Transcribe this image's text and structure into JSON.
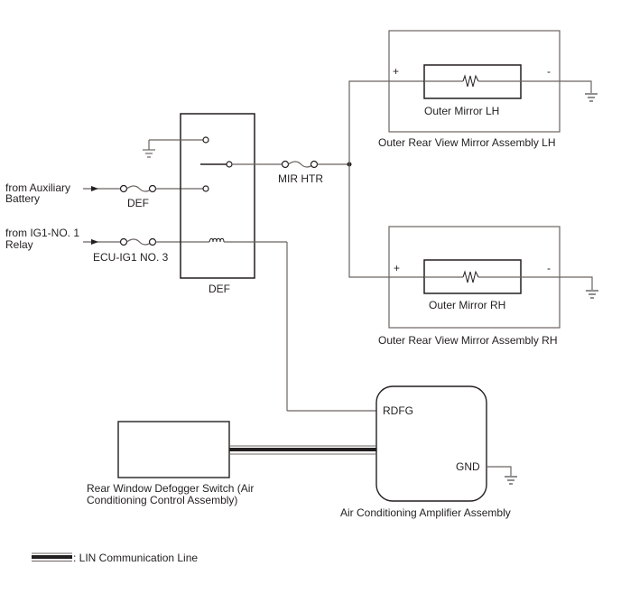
{
  "inputs": {
    "aux_battery": "from Auxiliary\nBattery",
    "aux_battery_l1": "from Auxiliary",
    "aux_battery_l2": "Battery",
    "ig1_relay_l1": "from IG1-NO. 1",
    "ig1_relay_l2": "Relay"
  },
  "fuses": {
    "def": "DEF",
    "ecu_ig1": "ECU-IG1 NO. 3",
    "mir_htr": "MIR HTR"
  },
  "relay": {
    "label": "DEF"
  },
  "mirrors": {
    "lh": {
      "element": "Outer Mirror LH",
      "assembly": "Outer Rear View Mirror Assembly LH",
      "plus": "+",
      "minus": "-"
    },
    "rh": {
      "element": "Outer Mirror RH",
      "assembly": "Outer Rear View Mirror Assembly RH",
      "plus": "+",
      "minus": "-"
    }
  },
  "amplifier": {
    "label": "Air Conditioning Amplifier Assembly",
    "pin_rdfg": "RDFG",
    "pin_gnd": "GND"
  },
  "switch": {
    "label_l1": "Rear Window Defogger Switch (Air",
    "label_l2": "Conditioning Control Assembly)"
  },
  "legend": {
    "lin": ": LIN Communication Line"
  }
}
